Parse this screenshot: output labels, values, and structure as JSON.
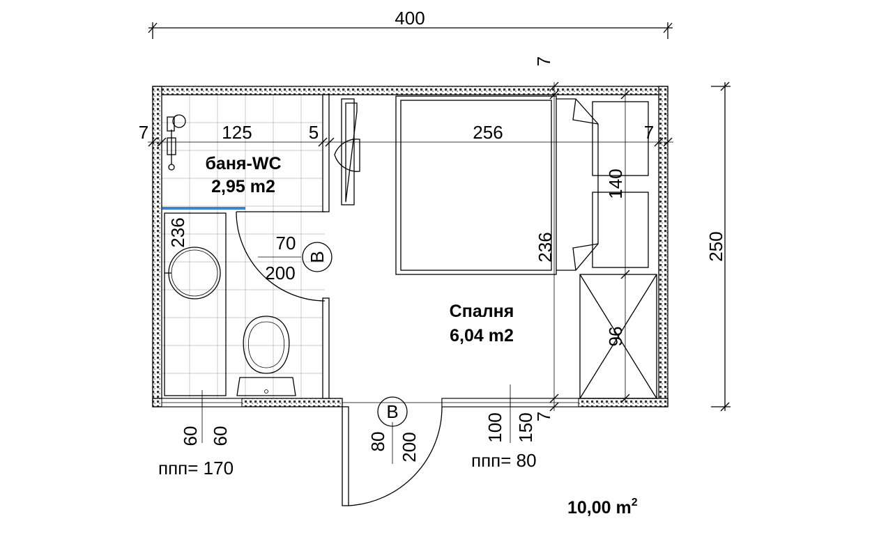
{
  "plan": {
    "total_width": "400",
    "total_depth": "250",
    "total_area_value": "10,00 m",
    "total_area_sup": "2"
  },
  "bathroom": {
    "name": "баня-WC",
    "area": "2,95 m2"
  },
  "bedroom": {
    "name": "Спалня",
    "area": "6,04 m2"
  },
  "dimensions": {
    "wall_left_top": "7",
    "bath_width": "125",
    "partition": "5",
    "bedroom_width": "256",
    "wall_right": "7",
    "wall_top_right": "7",
    "wall_bottom_right": "7",
    "bath_depth": "236",
    "bedroom_depth": "236",
    "bed_width": "140",
    "wardrobe": "96",
    "interior_door_width": "70",
    "interior_door_height": "200",
    "entry_door_width": "80",
    "entry_door_height": "200",
    "bath_window_width_1": "60",
    "bath_window_width_2": "60",
    "bath_window_sill": "ппп= 170",
    "bed_window_width": "100",
    "bed_window_height": "150",
    "bed_window_sill": "ппп= 80"
  },
  "door_tags": {
    "interior": "B",
    "entry": "B"
  }
}
